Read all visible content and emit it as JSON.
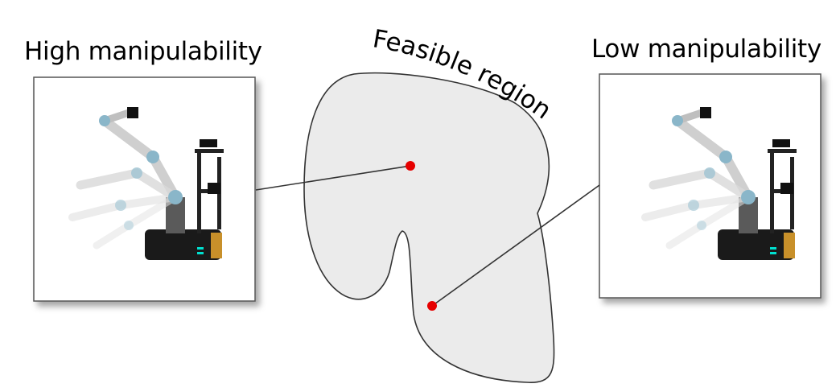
{
  "labels": {
    "high_manipulability": "High manipulability",
    "low_manipulability": "Low manipulability",
    "feasible_region": "Feasible region"
  },
  "colors": {
    "region_fill": "#ebebeb",
    "region_stroke": "#333333",
    "point": "#e60000",
    "connector": "#333333",
    "panel_border": "#555555"
  },
  "icons": {
    "left_panel_image": "mobile-manipulator-robot-arm-icon",
    "right_panel_image": "mobile-manipulator-robot-arm-icon"
  }
}
